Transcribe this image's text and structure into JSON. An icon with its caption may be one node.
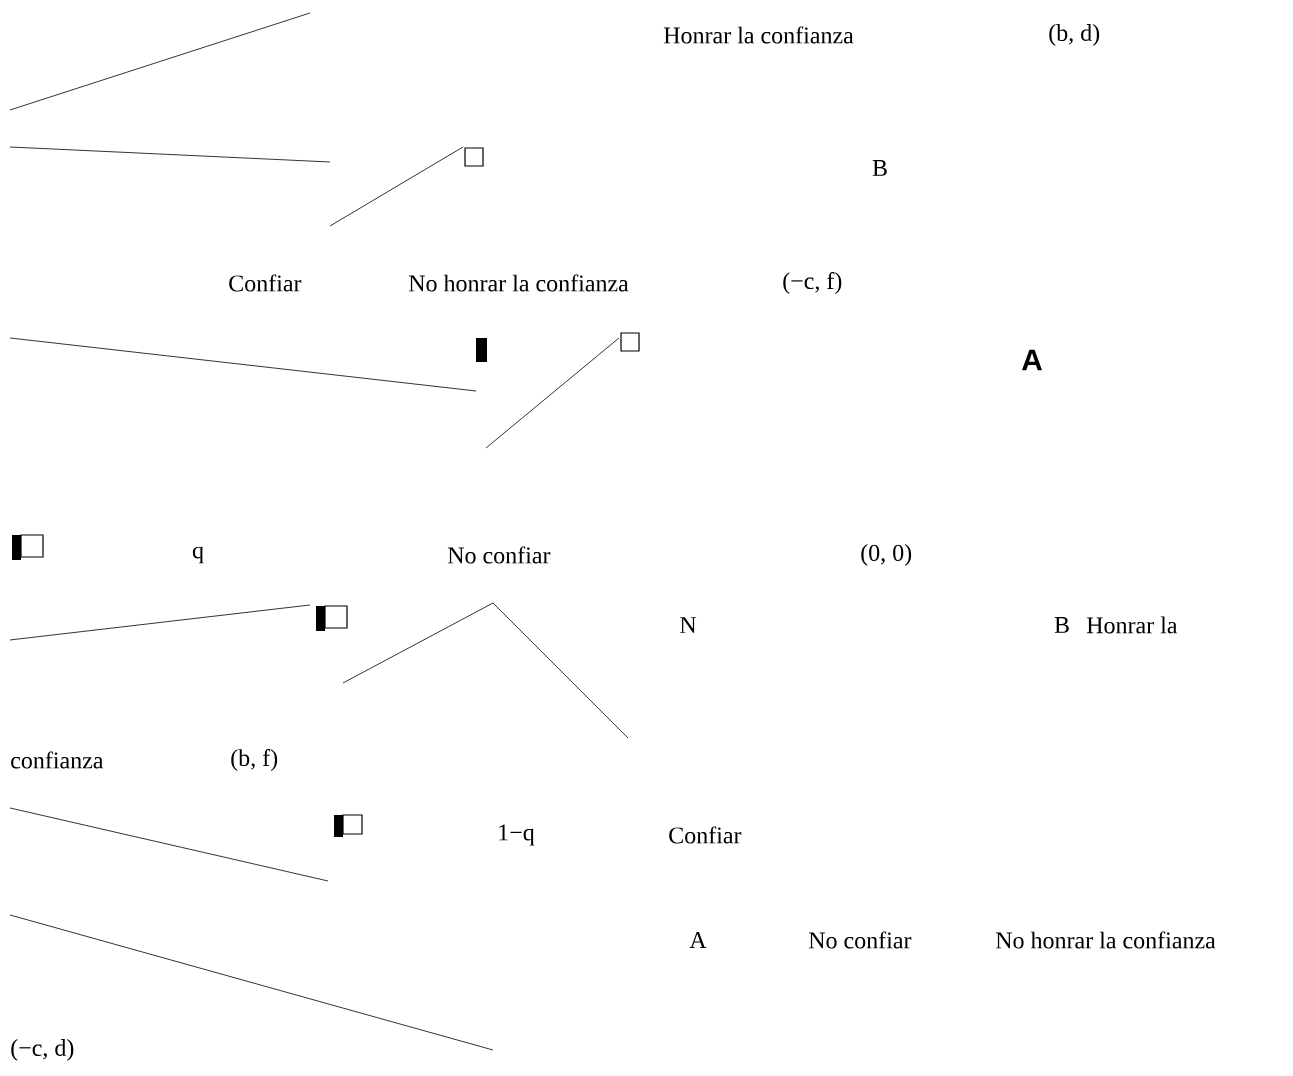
{
  "diagram": {
    "labels": [
      "Honrar la confianza",
      "(b, d)",
      "B",
      "Confiar",
      "No honrar la confianza",
      "(−c, f)",
      "A",
      "q",
      "No confiar",
      "(0, 0)",
      "N",
      "B",
      "Honrar la",
      "confianza",
      "(b, f)",
      "1−q",
      "Confiar",
      "A",
      "No confiar",
      "No honrar la confianza",
      "(−c, d)"
    ]
  }
}
